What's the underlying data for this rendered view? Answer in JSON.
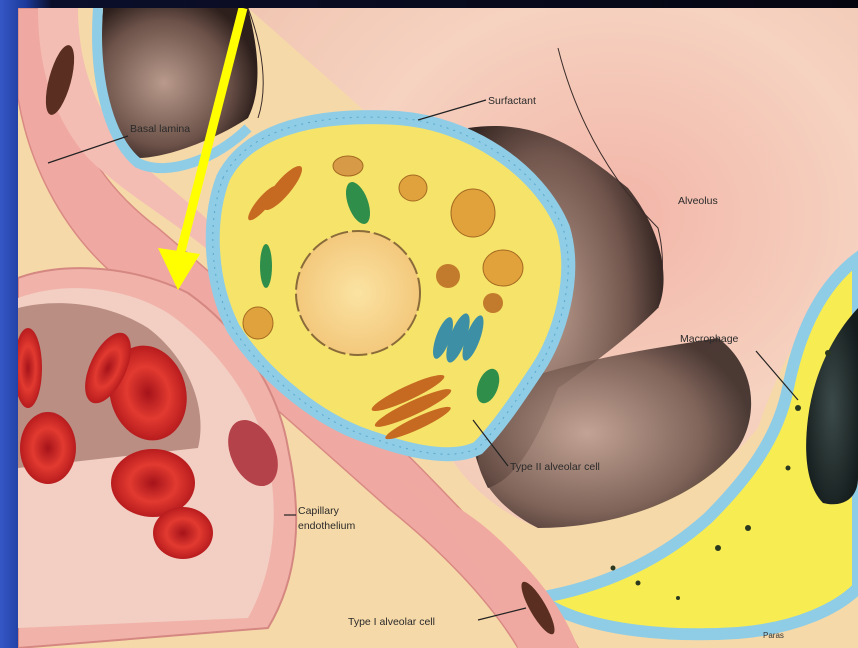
{
  "labels": {
    "basal_lamina": "Basal lamina",
    "surfactant": "Surfactant",
    "alveolus": "Alveolus",
    "macrophage": "Macrophage",
    "type2": "Type II alveolar cell",
    "capillary_line1": "Capillary",
    "capillary_line2": "endothelium",
    "type1": "Type I alveolar cell",
    "signature": "Paras"
  },
  "colors": {
    "arrow": "#ffff00",
    "cell_cytoplasm": "#f6e36a",
    "surfactant_layer": "#8fcde6",
    "tissue_pink": "#f2b3ad",
    "alveolus_space": "#f3c6b6",
    "red_blood_cell": "#d8322b"
  }
}
